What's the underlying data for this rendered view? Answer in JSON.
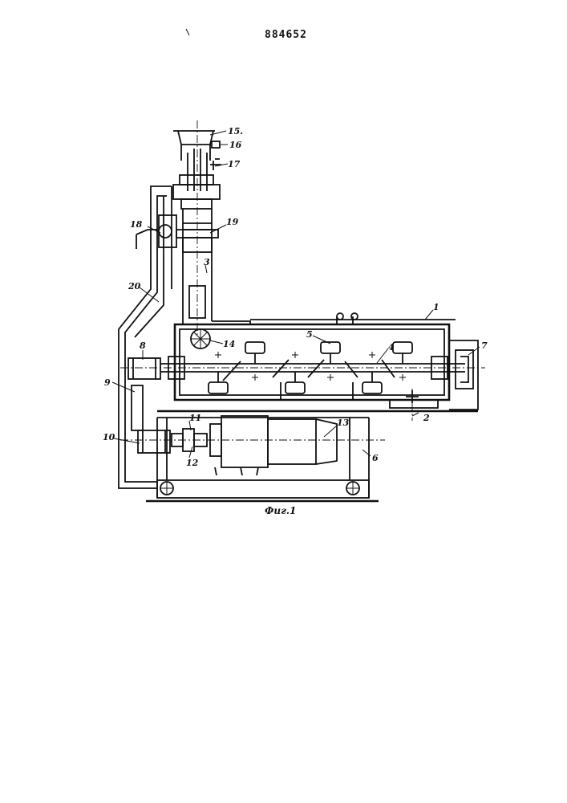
{
  "document": {
    "patent_number": "884652",
    "figure_caption": "Фиг.1"
  },
  "callouts": [
    {
      "id": "1",
      "label": "1"
    },
    {
      "id": "2",
      "label": "2"
    },
    {
      "id": "3",
      "label": "3"
    },
    {
      "id": "4",
      "label": "4"
    },
    {
      "id": "5",
      "label": "5"
    },
    {
      "id": "6",
      "label": "6"
    },
    {
      "id": "7",
      "label": "7"
    },
    {
      "id": "8",
      "label": "8"
    },
    {
      "id": "9",
      "label": "9"
    },
    {
      "id": "10",
      "label": "10"
    },
    {
      "id": "11",
      "label": "11"
    },
    {
      "id": "12",
      "label": "12"
    },
    {
      "id": "13",
      "label": "13"
    },
    {
      "id": "14",
      "label": "14"
    },
    {
      "id": "15",
      "label": "15."
    },
    {
      "id": "16",
      "label": "16"
    },
    {
      "id": "17",
      "label": "17"
    },
    {
      "id": "18",
      "label": "18"
    },
    {
      "id": "19",
      "label": "19"
    },
    {
      "id": "20",
      "label": "20"
    }
  ]
}
